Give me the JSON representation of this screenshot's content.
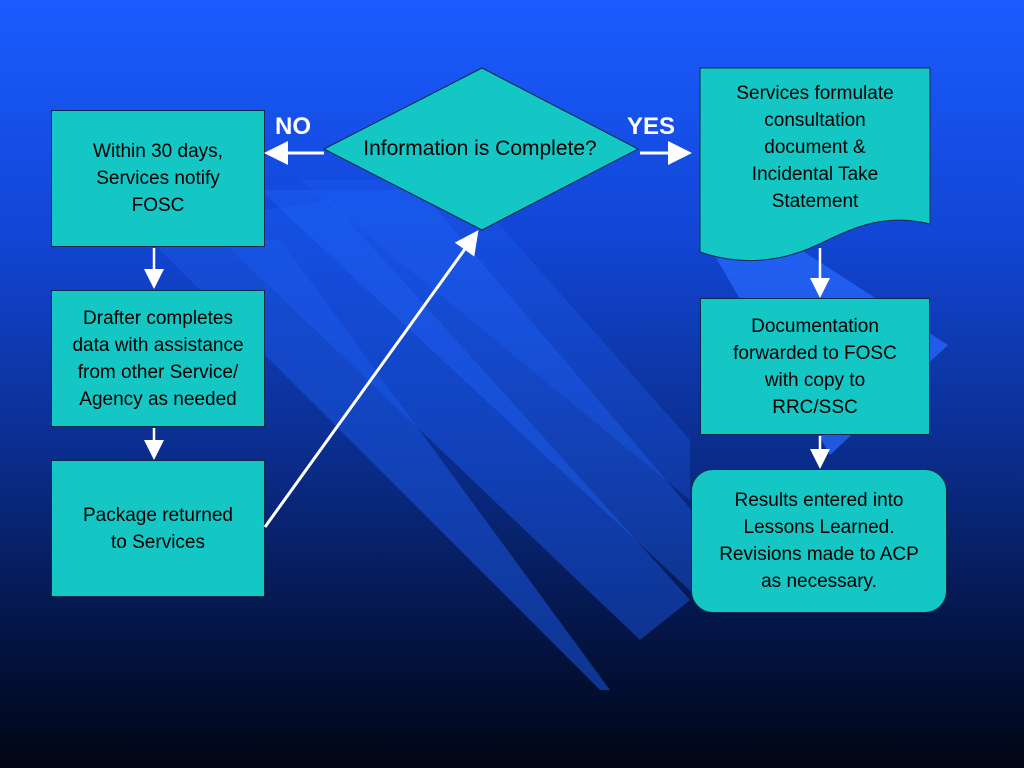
{
  "diagram": {
    "decision": {
      "text": "Information is Complete?",
      "no_label": "NO",
      "yes_label": "YES"
    },
    "left_steps": [
      {
        "id": "notify",
        "lines": [
          "Within 30 days,",
          "Services notify",
          "FOSC"
        ]
      },
      {
        "id": "drafter",
        "lines": [
          "Drafter completes",
          "data with assistance",
          "from other Service/",
          "Agency as needed"
        ]
      },
      {
        "id": "returned",
        "lines": [
          "Package returned",
          "to Services"
        ]
      }
    ],
    "right_steps": [
      {
        "id": "formulate",
        "lines": [
          "Services formulate",
          "consultation",
          "document &",
          "Incidental Take",
          "Statement"
        ]
      },
      {
        "id": "forwarded",
        "lines": [
          "Documentation",
          "forwarded to FOSC",
          "with copy to",
          "RRC/SSC"
        ]
      },
      {
        "id": "results",
        "lines": [
          "Results entered into",
          "Lessons Learned.",
          "Revisions made to ACP",
          "as necessary."
        ]
      }
    ],
    "colors": {
      "box_fill": "#14c7c4",
      "arrow": "#ffffff",
      "label": "#ffffff"
    }
  }
}
